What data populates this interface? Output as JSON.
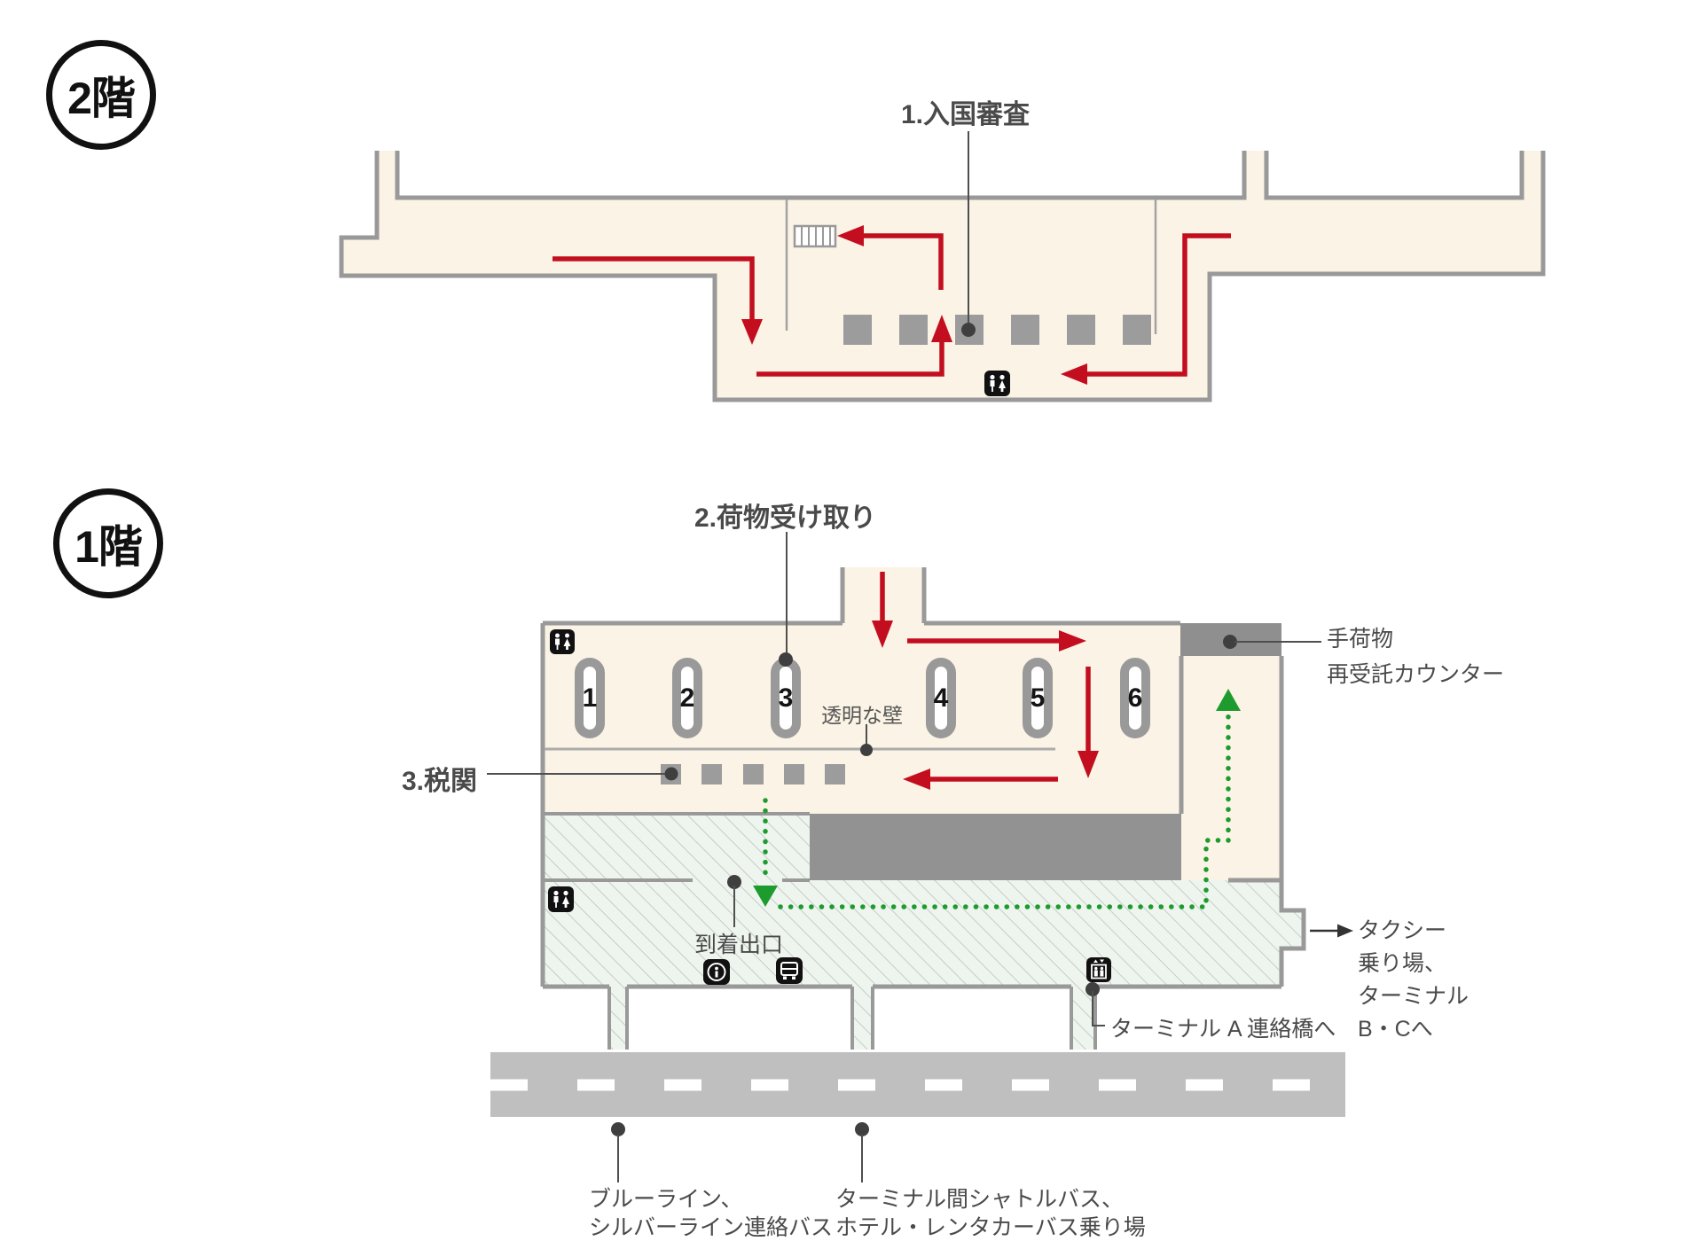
{
  "floor2": {
    "badge": "2階",
    "immigration_label": "1.入国審査"
  },
  "floor1": {
    "badge": "1階",
    "baggage_label": "2.荷物受け取り",
    "transparent_wall_label": "透明な壁",
    "customs_label": "3.税関",
    "recheck_label_line1": "手荷物",
    "recheck_label_line2": "再受託カウンター",
    "arrival_exit_label": "到着出口",
    "taxi_label_line1": "タクシー",
    "taxi_label_line2": "乗り場、",
    "taxi_label_line3": "ターミナル",
    "taxi_label_line4": "B・Cへ",
    "terminal_a_label": "ターミナル A 連絡橋へ",
    "carousels": [
      "1",
      "2",
      "3",
      "4",
      "5",
      "6"
    ],
    "bus_left_line1": "ブルーライン、",
    "bus_left_line2": "シルバーライン連絡バス",
    "bus_right_line1": "ターミナル間シャトルバス、",
    "bus_right_line2": "ホテル・レンタカーバス乗り場"
  },
  "icon_names": [
    "restroom-icon",
    "stairs-icon",
    "info-icon",
    "bus-icon",
    "elevator-icon"
  ],
  "colors": {
    "floor_cream": "#FBF3E5",
    "wall_gray": "#999999",
    "flow_red": "#C30E20",
    "flow_green": "#1E9B2E",
    "hatch_bg": "#EEF5EE",
    "hatch_line": "#BCC3BC",
    "road_gray": "#BFBFBF",
    "counter_gray": "#8F8F8F",
    "label_text": "#4A4A4A"
  }
}
